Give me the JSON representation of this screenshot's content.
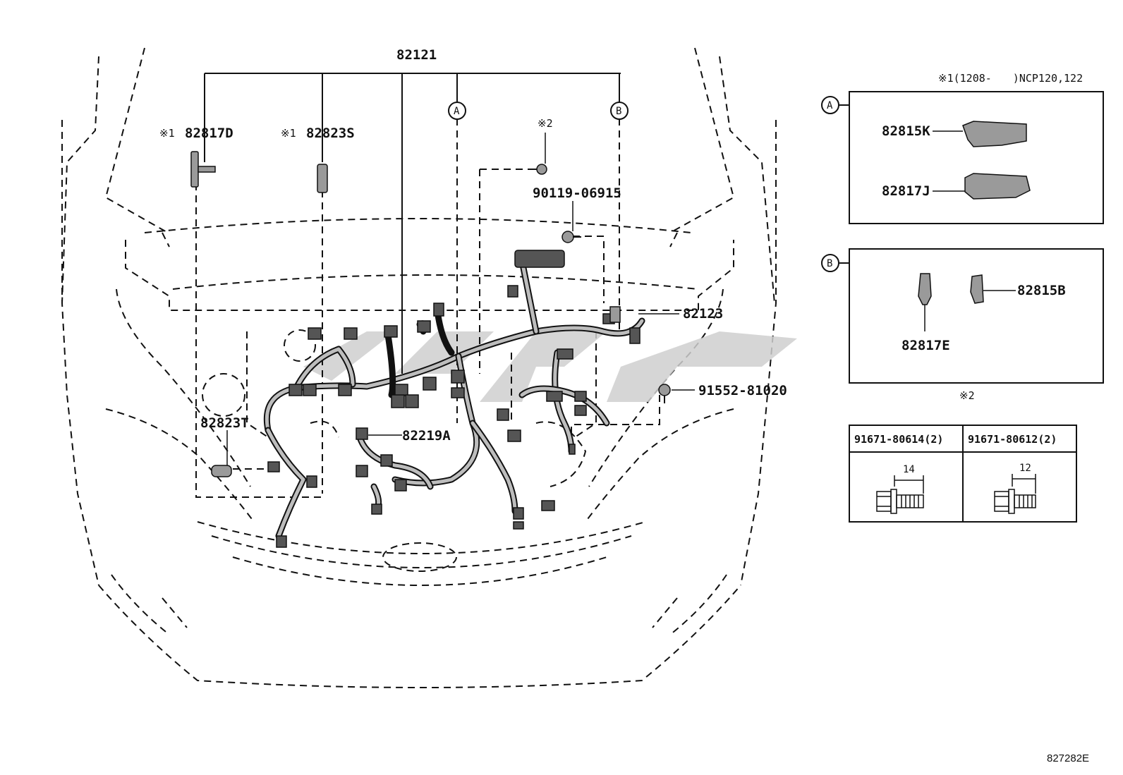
{
  "labels": {
    "p82121": "82121",
    "note1_a": "※1",
    "p82817D": "82817D",
    "note1_b": "※1",
    "p82823S": "82823S",
    "callout_a": "A",
    "callout_b": "B",
    "note2_top": "※2",
    "p90119": "90119-06915",
    "p82123": "82123",
    "p91552": "91552-81020",
    "p82823T": "82823T",
    "p82219A": "82219A"
  },
  "legend_note": "※1(1208-　　)NCP120,122",
  "box_a": {
    "callout": "A",
    "parts": [
      "82815K",
      "82817J"
    ]
  },
  "box_b": {
    "callout": "B",
    "parts": [
      "82815B",
      "82817E"
    ]
  },
  "bolt_table": {
    "note": "※2",
    "columns": [
      {
        "part": "91671-80614(2)",
        "length": "14"
      },
      {
        "part": "91671-80612(2)",
        "length": "12"
      }
    ]
  },
  "diagram_code": "827282E",
  "colors": {
    "line": "#111111",
    "part_fill": "#9a9a9a",
    "watermark": "#cfcfcf"
  }
}
